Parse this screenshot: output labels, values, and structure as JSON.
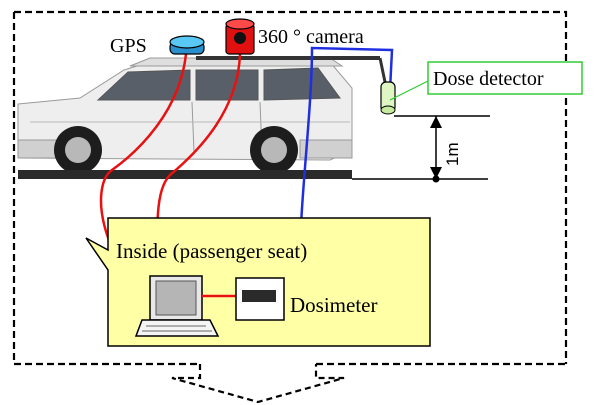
{
  "labels": {
    "gps": "GPS",
    "camera": "360 ° camera",
    "dose_detector": "Dose detector",
    "height": "1m",
    "inside": "Inside (passenger seat)",
    "dosimeter": "Dosimeter"
  },
  "colors": {
    "gps_cable": "#e81010",
    "camera_cable": "#e81010",
    "detector_cable": "#1f2fe0",
    "laptop_cable": "#e81010",
    "callout_fill": "#ffffa6",
    "label_box_border": "#33cc33",
    "gps_body": "#3ab0e8",
    "camera_body": "#e01010"
  },
  "icons": {
    "gps": "gps-antenna-icon",
    "camera": "camera-icon",
    "detector": "dose-detector-icon",
    "laptop": "laptop-icon",
    "dosimeter": "dosimeter-icon",
    "car": "car-image",
    "arrow": "down-arrow-icon"
  }
}
